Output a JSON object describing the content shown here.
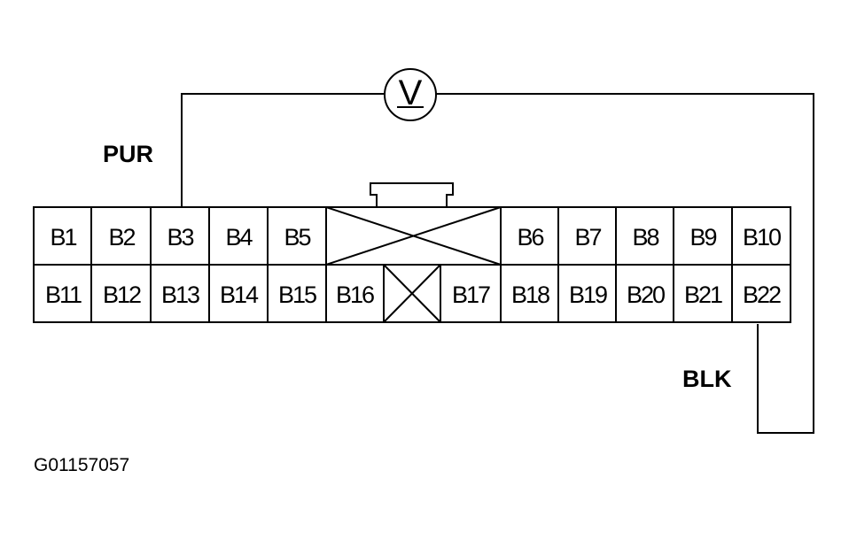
{
  "meter": {
    "symbol": "V",
    "icon": "voltmeter-icon"
  },
  "wires": {
    "top_color": "PUR",
    "bottom_color": "BLK"
  },
  "connector": {
    "top_row": [
      "B1",
      "B2",
      "B3",
      "B4",
      "B5",
      "B6",
      "B7",
      "B8",
      "B9",
      "B10"
    ],
    "bottom_row": [
      "B11",
      "B12",
      "B13",
      "B14",
      "B15",
      "B16",
      "B17",
      "B18",
      "B19",
      "B20",
      "B21",
      "B22"
    ]
  },
  "figure_code": "G01157057"
}
